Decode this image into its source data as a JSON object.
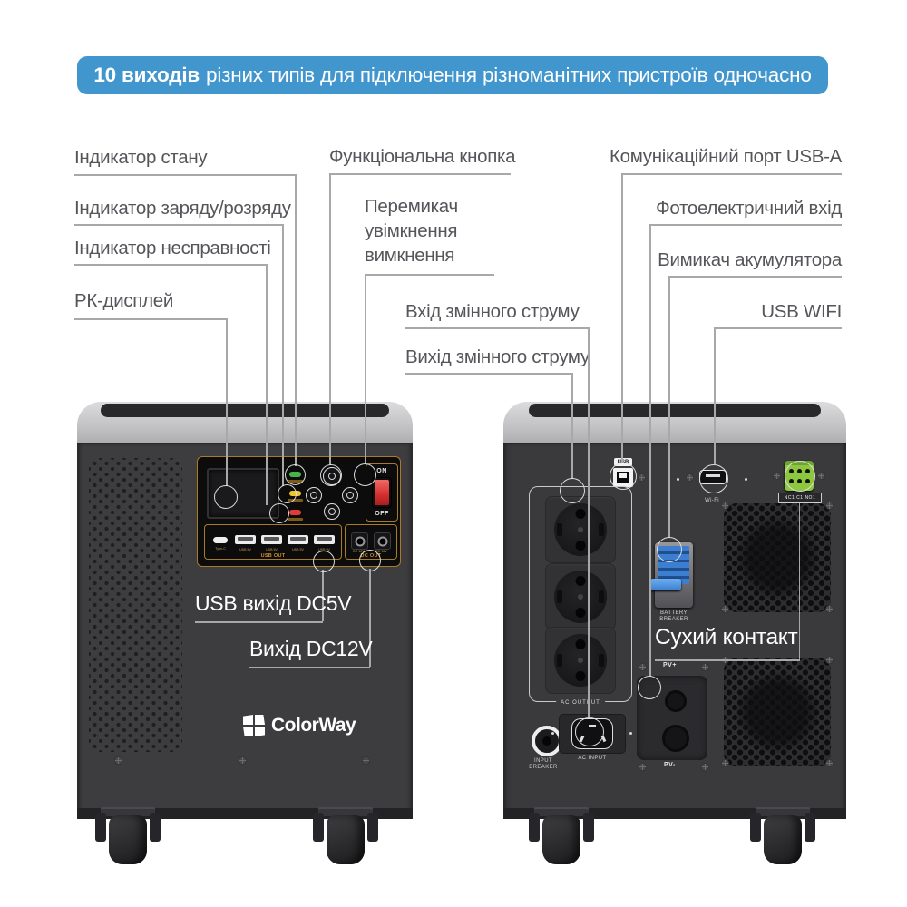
{
  "banner": {
    "highlight": "10 виходів",
    "text": "різних типів для підключення різноманітних пристроїв одночасно",
    "bg": "#4296ce"
  },
  "callouts": {
    "left": [
      "Індикатор стану",
      "Індикатор заряду/розряду",
      "Індикатор несправності",
      "РК-дисплей"
    ],
    "middle": [
      "Функціональна кнопка",
      "Перемикач\nувімкнення\nвимкнення",
      "Вхід змінного струму",
      "Вихід змінного струму"
    ],
    "right": [
      "Комунікаційний порт USB-A",
      "Фотоелектричний вхід",
      "Вимикач акумулятора",
      "USB WIFI"
    ],
    "device": [
      "USB вихід DC5V",
      "Вихід DC12V",
      "Сухий контакт"
    ]
  },
  "front_panel": {
    "on": "ON",
    "off": "OFF",
    "usb_ports": [
      "Type-C",
      "USB 5V",
      "USB 5V",
      "USB 5V",
      "USB 9V"
    ],
    "usb_group": "USB OUT",
    "dc_jacks": [
      "DC 12V",
      "DC 12V"
    ],
    "dc_group": "DC OUT",
    "led_colors": {
      "green": "#45b549",
      "yellow": "#f0c52e",
      "red": "#e23c36"
    }
  },
  "back_panel": {
    "usb_label": "USB",
    "wifi_label": "Wi-Fi",
    "ac_output_label": "AC OUTPUT",
    "ac_input_label": "AC INPUT",
    "input_breaker_label": "INPUT\nBREAKER",
    "battery_breaker_label": "BATTERY\nBREAKER",
    "pv_plus": "PV+",
    "pv_minus": "PV-",
    "dry_contact_terminal": "NC1 C1 NO1",
    "terminal_green": "#8dc63f"
  },
  "brand": "ColorWay"
}
